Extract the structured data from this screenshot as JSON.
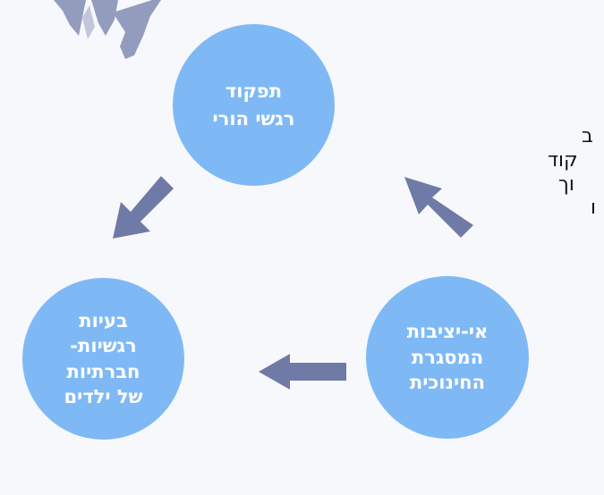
{
  "nodes": {
    "top": {
      "lines": [
        "תפקוד",
        "רגשי הורי"
      ]
    },
    "left": {
      "lines": [
        "בעיות",
        "רגשיות-",
        "חברתיות",
        "של ילדים"
      ]
    },
    "right": {
      "lines": [
        "אי-יציבות",
        "המסגרת",
        "החינוכית"
      ]
    }
  },
  "side_text": {
    "lines": [
      "ב",
      "קוד",
      "וך",
      "ו"
    ]
  },
  "colors": {
    "circle_fill": "#7fb9f5",
    "arrow_fill": "#6f7aa6",
    "text": "#ffffff",
    "hand_decoration": "#8a93b8"
  }
}
